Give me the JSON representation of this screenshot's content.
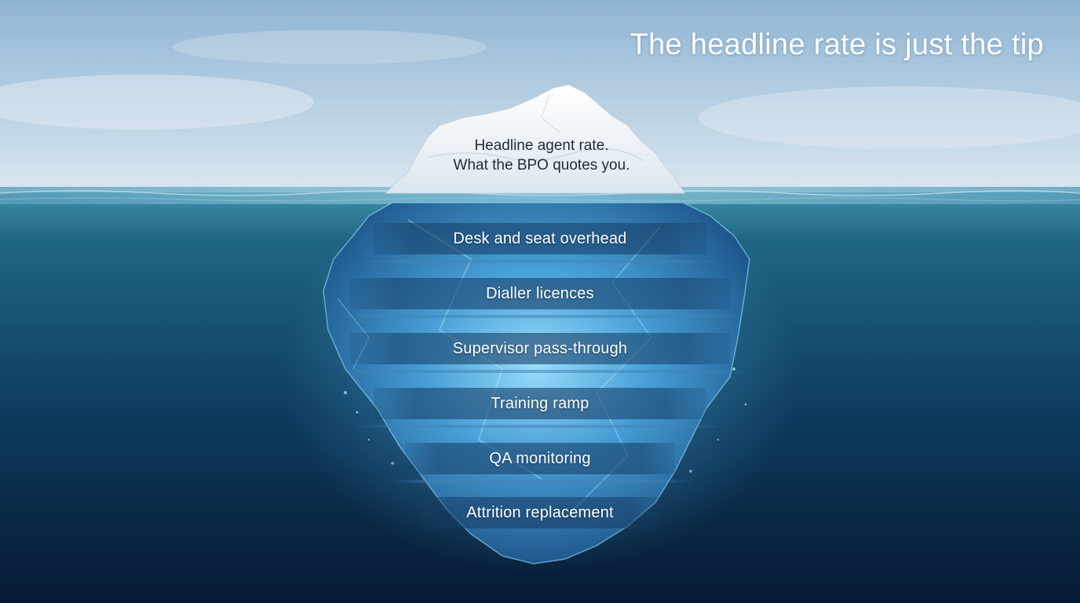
{
  "title": "The headline rate is just the tip",
  "tip": {
    "line1": "Headline agent rate.",
    "line2": "What the BPO quotes you."
  },
  "layers": [
    "Desk and seat overhead",
    "Dialler licences",
    "Supervisor pass-through",
    "Training ramp",
    "QA monitoring",
    "Attrition replacement"
  ],
  "colors": {
    "sky_top": "#8fb4d4",
    "sky_bottom": "#d9e6ef",
    "water_surface": "#3f8fa8",
    "water_deep": "#061a33",
    "ice_glow": "#7ad0ff",
    "snow": "#f4f8fb"
  }
}
